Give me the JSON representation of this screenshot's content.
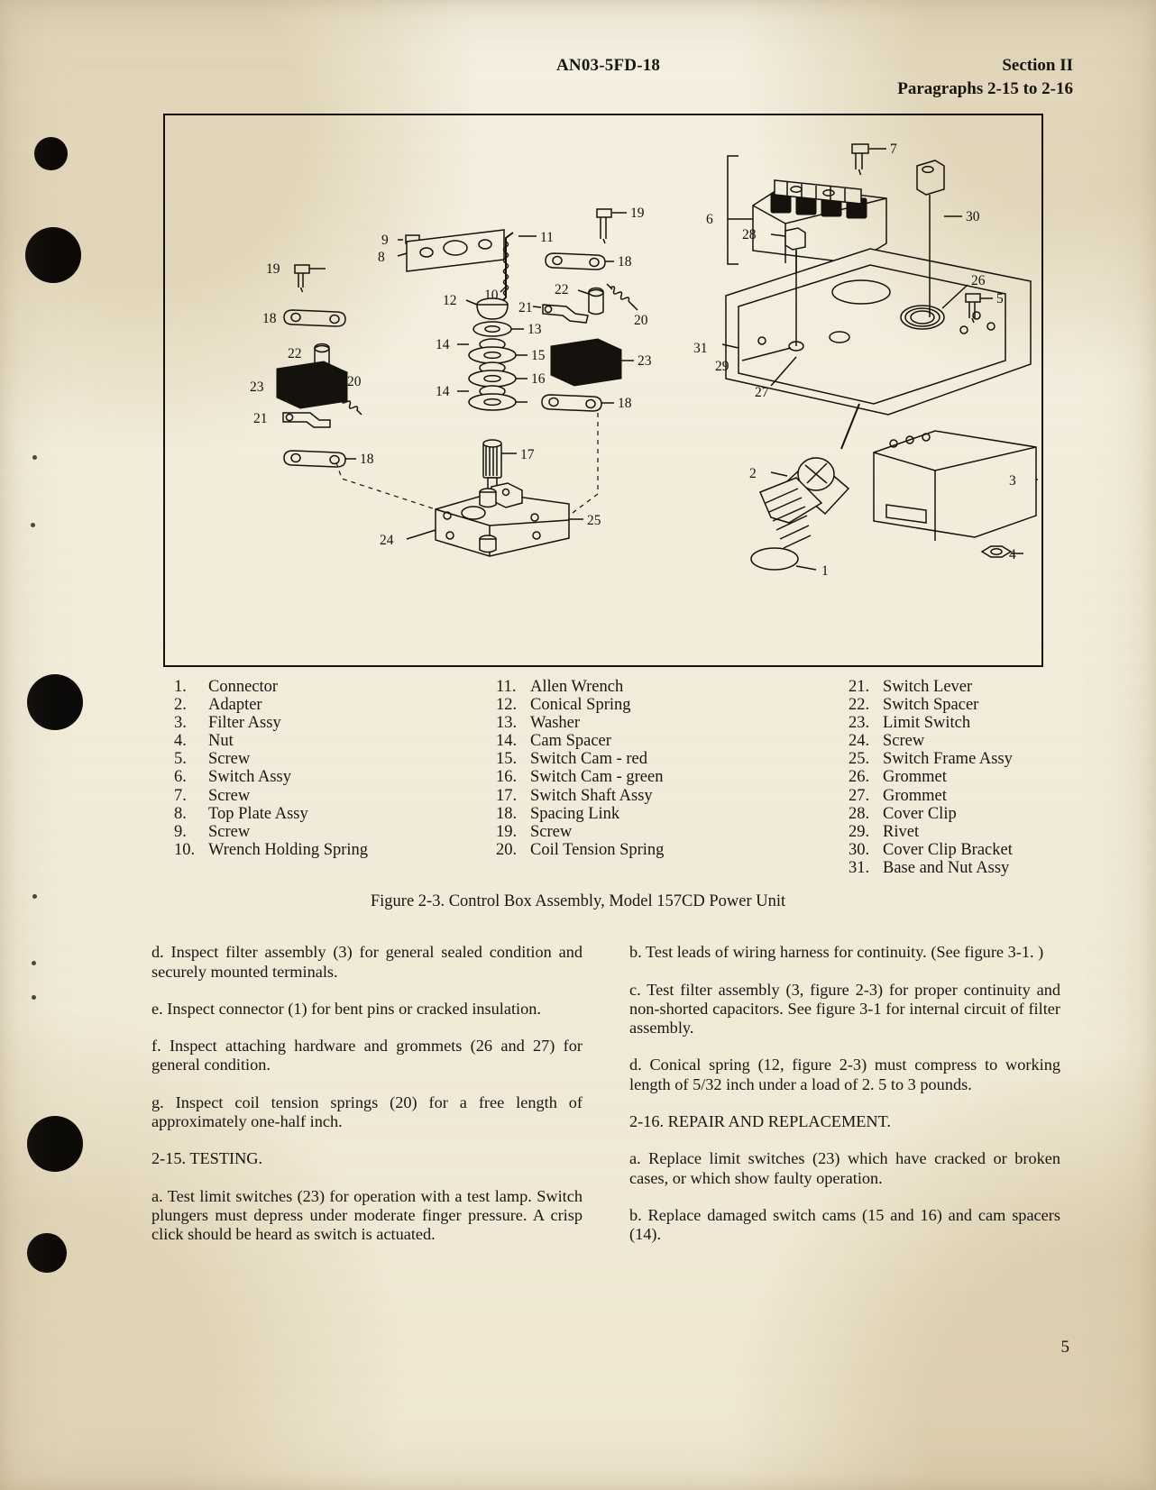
{
  "header": {
    "doc_number": "AN03-5FD-18",
    "section": "Section II",
    "paragraph_range": "Paragraphs 2-15 to 2-16"
  },
  "figure": {
    "caption": "Figure 2-3.   Control Box Assembly, Model 157CD Power Unit",
    "callouts": [
      "1",
      "2",
      "3",
      "4",
      "5",
      "6",
      "7",
      "8",
      "9",
      "10",
      "11",
      "12",
      "13",
      "14",
      "15",
      "16",
      "17",
      "18",
      "19",
      "20",
      "21",
      "22",
      "23",
      "24",
      "25",
      "26",
      "27",
      "28",
      "29",
      "30",
      "31"
    ]
  },
  "parts_list": {
    "columns": [
      [
        {
          "num": "1.",
          "name": "Connector"
        },
        {
          "num": "2.",
          "name": "Adapter"
        },
        {
          "num": "3.",
          "name": "Filter Assy"
        },
        {
          "num": "4.",
          "name": "Nut"
        },
        {
          "num": "5.",
          "name": "Screw"
        },
        {
          "num": "6.",
          "name": "Switch Assy"
        },
        {
          "num": "7.",
          "name": "Screw"
        },
        {
          "num": "8.",
          "name": "Top Plate Assy"
        },
        {
          "num": "9.",
          "name": "Screw"
        },
        {
          "num": "10.",
          "name": "Wrench Holding Spring"
        }
      ],
      [
        {
          "num": "11.",
          "name": "Allen Wrench"
        },
        {
          "num": "12.",
          "name": "Conical Spring"
        },
        {
          "num": "13.",
          "name": "Washer"
        },
        {
          "num": "14.",
          "name": "Cam Spacer"
        },
        {
          "num": "15.",
          "name": "Switch Cam - red"
        },
        {
          "num": "16.",
          "name": "Switch Cam - green"
        },
        {
          "num": "17.",
          "name": "Switch Shaft Assy"
        },
        {
          "num": "18.",
          "name": "Spacing Link"
        },
        {
          "num": "19.",
          "name": "Screw"
        },
        {
          "num": "20.",
          "name": "Coil Tension Spring"
        }
      ],
      [
        {
          "num": "21.",
          "name": "Switch Lever"
        },
        {
          "num": "22.",
          "name": "Switch Spacer"
        },
        {
          "num": "23.",
          "name": "Limit Switch"
        },
        {
          "num": "24.",
          "name": "Screw"
        },
        {
          "num": "25.",
          "name": "Switch Frame Assy"
        },
        {
          "num": "26.",
          "name": "Grommet"
        },
        {
          "num": "27.",
          "name": "Grommet"
        },
        {
          "num": "28.",
          "name": "Cover Clip"
        },
        {
          "num": "29.",
          "name": "Rivet"
        },
        {
          "num": "30.",
          "name": "Cover Clip Bracket"
        },
        {
          "num": "31.",
          "name": "Base and Nut Assy"
        }
      ]
    ]
  },
  "body": {
    "left_column": [
      {
        "id": "para-d-inspect-filter",
        "text": "d.   Inspect filter assembly (3) for general sealed condition and securely mounted terminals."
      },
      {
        "id": "para-e-inspect-connector",
        "text": "e.   Inspect connector (1) for bent pins or cracked insulation."
      },
      {
        "id": "para-f-inspect-hardware",
        "text": "f.   Inspect attaching hardware and grommets (26 and 27) for general condition."
      },
      {
        "id": "para-g-inspect-springs",
        "text": "g.   Inspect coil tension springs (20) for a free length of approximately one-half inch."
      },
      {
        "id": "heading-2-15-testing",
        "text": "2-15.   TESTING."
      },
      {
        "id": "para-a-test-limit-switches",
        "text": "a.   Test limit switches (23) for operation with a test lamp.   Switch plungers must depress under moderate finger pressure.   A crisp click should be heard as switch is actuated."
      }
    ],
    "right_column": [
      {
        "id": "para-b-test-leads",
        "text": "b.   Test leads of wiring harness for continuity.  (See figure 3-1. )"
      },
      {
        "id": "para-c-test-filter",
        "text": "c.   Test filter assembly (3,  figure 2-3) for proper continuity and non-shorted capacitors. See figure 3-1 for internal circuit of filter assembly."
      },
      {
        "id": "para-d-conical-spring",
        "text": "d.   Conical spring (12, figure 2-3) must compress to working length of 5/32 inch under a load of 2. 5 to 3 pounds."
      },
      {
        "id": "heading-2-16-repair",
        "text": "2-16.   REPAIR AND REPLACEMENT."
      },
      {
        "id": "para-a-replace-limit-switches",
        "text": "a.   Replace limit switches (23) which have cracked or broken cases,  or which show faulty operation."
      },
      {
        "id": "para-b-replace-cams",
        "text": "b.   Replace damaged switch cams (15 and 16) and cam spacers (14)."
      }
    ]
  },
  "footer": {
    "page_number": "5"
  },
  "colors": {
    "paper": "#f4efe0",
    "ink": "#1a1713",
    "hole": "#0c0a08"
  }
}
